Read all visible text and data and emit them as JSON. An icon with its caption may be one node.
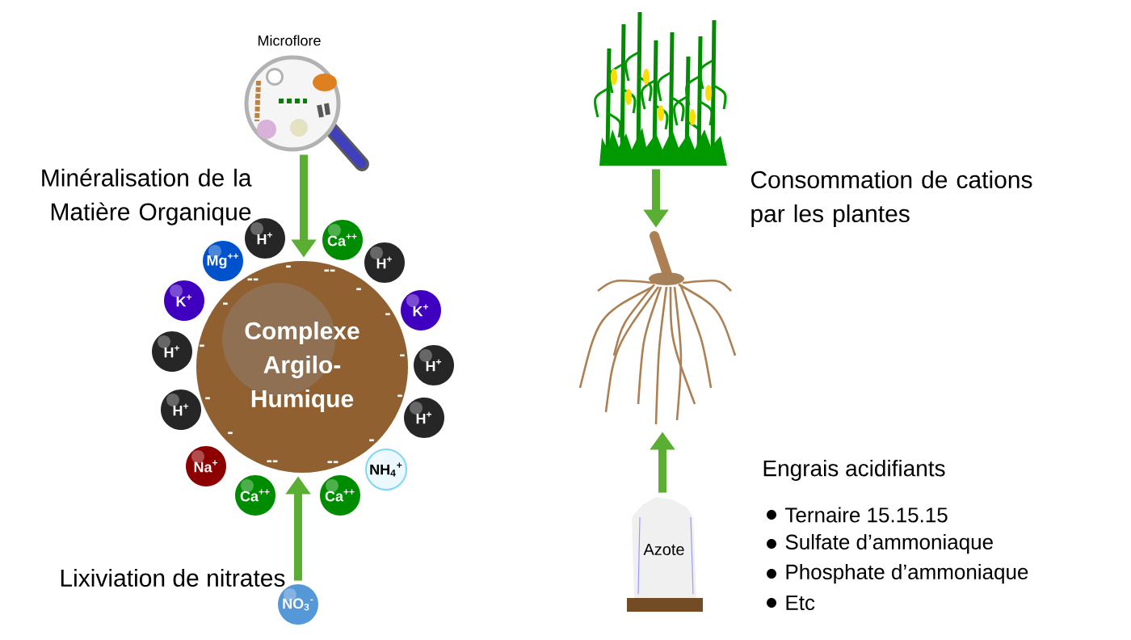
{
  "diagram": {
    "nodes": [
      {
        "text": [
          "Microflore"
        ]
      },
      {
        "text": [
          "Complexe Argilo-Humique"
        ]
      },
      {
        "text": [
          "H$^{+}$"
        ]
      },
      {
        "text": [
          "Ca$^{++}$"
        ]
      },
      {
        "text": [
          "Mg$^{++}$"
        ]
      },
      {
        "text": [
          "H$^{+}$"
        ]
      },
      {
        "text": [
          "K$^{+}$"
        ]
      },
      {
        "text": [
          "K$^{+}$"
        ]
      },
      {
        "text": [
          "H$^{+}$"
        ]
      },
      {
        "text": [
          "H$^{+}$"
        ]
      },
      {
        "text": [
          "H$^{+}$"
        ]
      },
      {
        "text": [
          "H$^{+}$"
        ]
      },
      {
        "text": [
          "Na$^{+}$"
        ]
      },
      {
        "text": [
          "NH$_{4}$$^{+}$"
        ]
      },
      {
        "text": [
          "Ca$^{++}$"
        ]
      },
      {
        "text": [
          "Ca$^{++}$"
        ]
      },
      {
        "text": [
          "NO$_{3}$$^{-}$"
        ]
      },
      {
        "text": [],
        "shape": "picture"
      },
      {
        "text": [],
        "shape": "picture"
      },
      {
        "text": [
          "Azote"
        ]
      }
    ],
    "edges": [
      {
        "from": 0,
        "to": 1,
        "arrow": "to"
      },
      {
        "from": 16,
        "to": 1,
        "arrow": "to"
      },
      {
        "from": 17,
        "to": 18,
        "arrow": "to"
      },
      {
        "from": 19,
        "to": 18,
        "arrow": "to"
      }
    ],
    "labels": [
      "Minéralisation de la Matière Organique",
      "Lixiviation de nitrates",
      "Consommation de cations par les plantes",
      "Engrais acidifiants",
      "Ternaire 15.15.15",
      "Sulfate d’ammoniaque",
      "Phosphate d’ammoniaque",
      "Etc",
      "-",
      "--",
      "--",
      "-",
      "-",
      "-",
      "-",
      "-",
      "-",
      "-",
      "-",
      "-",
      "--",
      "--"
    ]
  }
}
